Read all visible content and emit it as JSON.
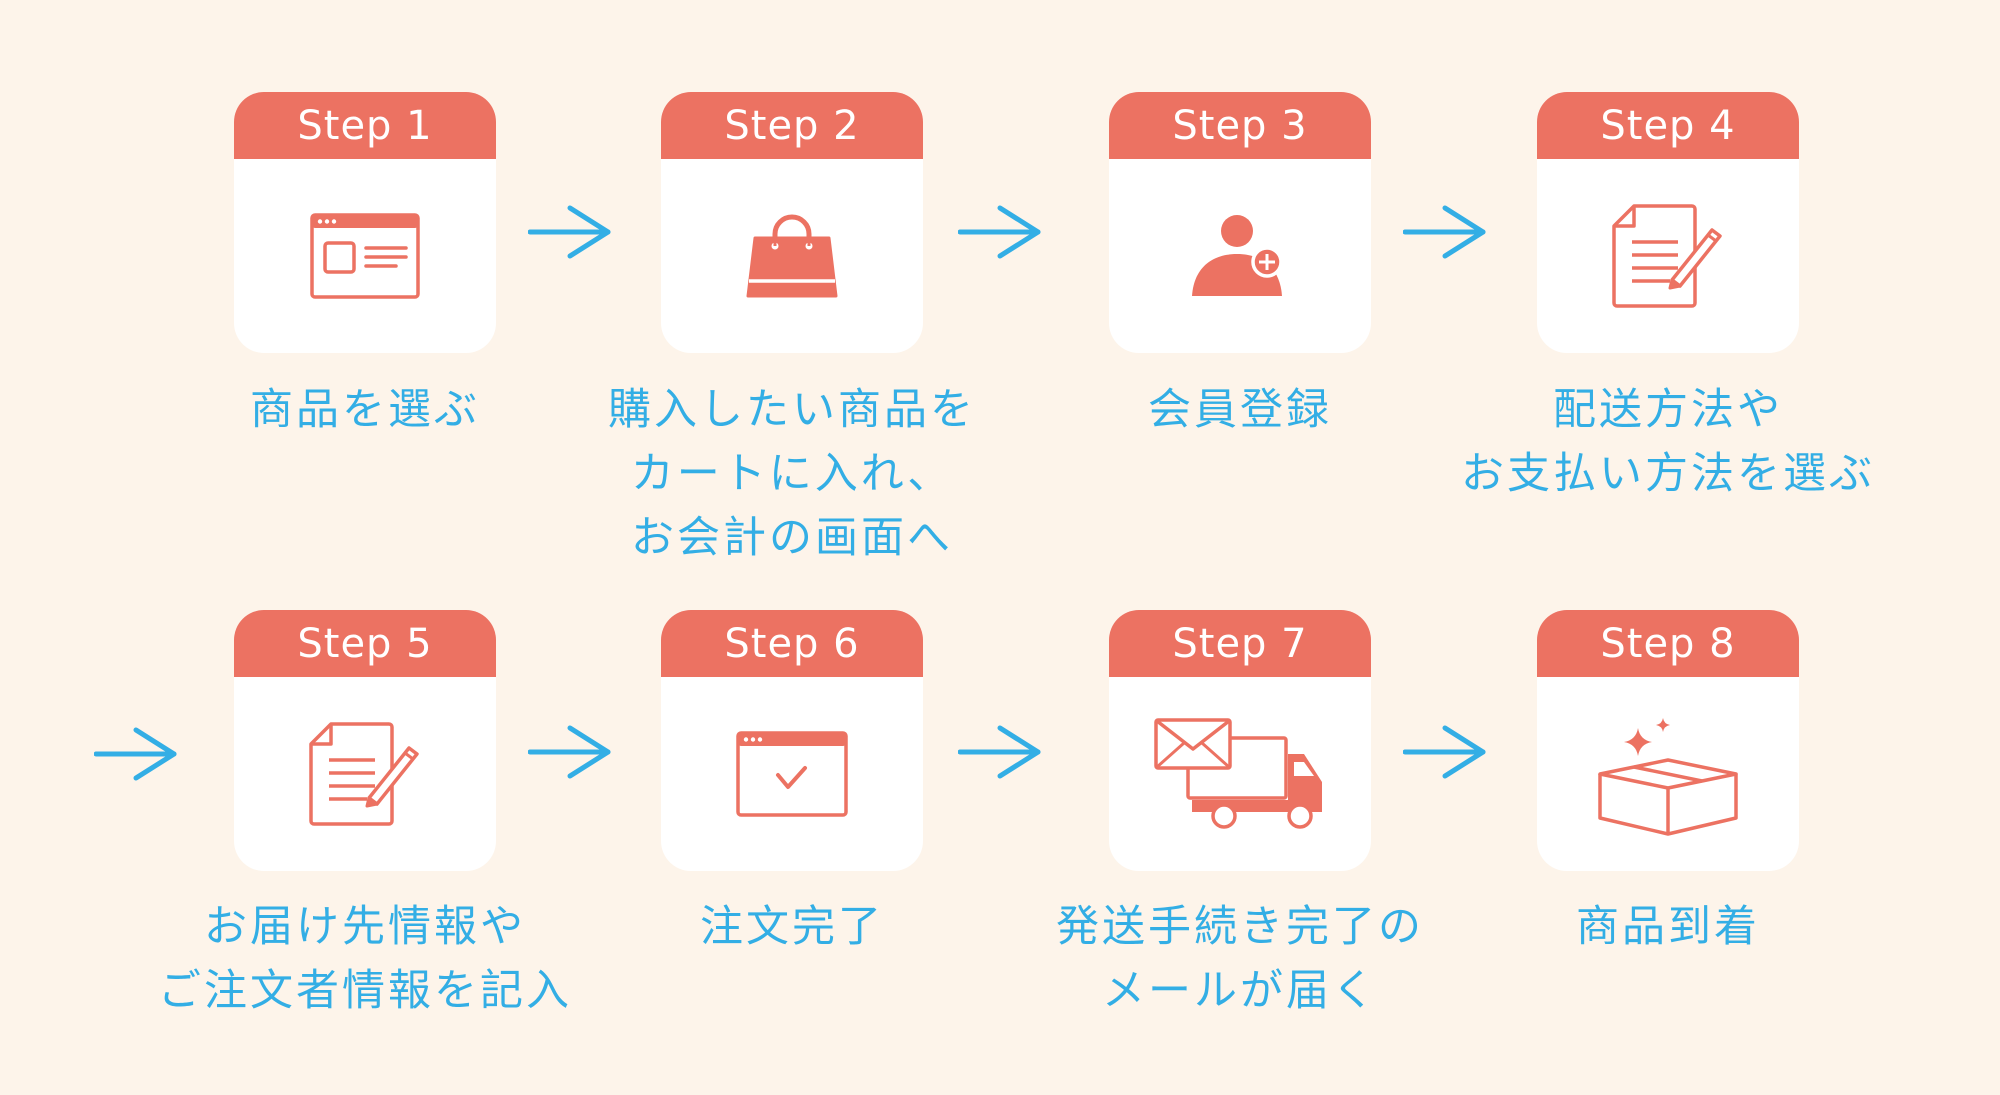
{
  "title": "ご購入の流れ",
  "colors": {
    "background": "#fdf4ea",
    "header": "#ec7262",
    "icon": "#ec7262",
    "label": "#33aee5",
    "arrow": "#33aee5",
    "card": "#ffffff"
  },
  "steps": [
    {
      "header": "Step 1",
      "icon": "browser-window-icon",
      "lines": [
        "商品を選ぶ"
      ]
    },
    {
      "header": "Step 2",
      "icon": "shopping-bag-icon",
      "lines": [
        "購入したい商品を",
        "カートに入れ、",
        "お会計の画面へ"
      ]
    },
    {
      "header": "Step 3",
      "icon": "user-add-icon",
      "lines": [
        "会員登録"
      ]
    },
    {
      "header": "Step 4",
      "icon": "document-pencil-icon",
      "lines": [
        "配送方法や",
        "お支払い方法を選ぶ"
      ]
    },
    {
      "header": "Step 5",
      "icon": "document-pencil-icon",
      "lines": [
        "お届け先情報や",
        "ご注文者情報を記入"
      ]
    },
    {
      "header": "Step 6",
      "icon": "browser-check-icon",
      "lines": [
        "注文完了"
      ]
    },
    {
      "header": "Step 7",
      "icon": "mail-truck-icon",
      "lines": [
        "発送手続き完了の",
        "メールが届く"
      ]
    },
    {
      "header": "Step 8",
      "icon": "package-sparkle-icon",
      "lines": [
        "商品到着"
      ]
    }
  ],
  "arrows": [
    "arrow-right-icon",
    "arrow-right-icon",
    "arrow-right-icon",
    "arrow-right-icon",
    "arrow-right-icon",
    "arrow-right-icon",
    "arrow-right-icon"
  ]
}
